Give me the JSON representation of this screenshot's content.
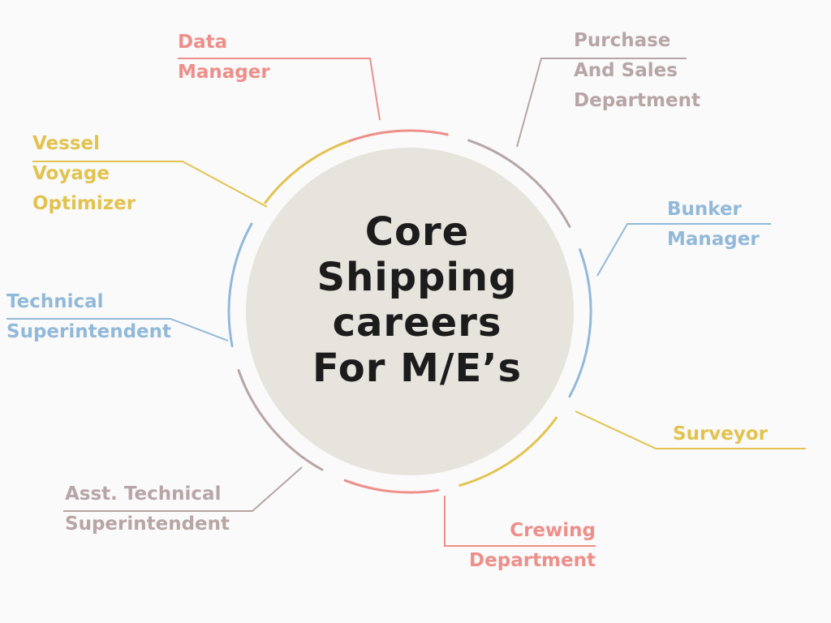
{
  "center": {
    "title": "Core\nShipping\ncareers\nFor M/E’s",
    "circle_color": "#e7e4dd"
  },
  "colors": {
    "pink": "#ed8f8a",
    "mauve": "#b8a5a5",
    "blue": "#92b9d9",
    "yellow": "#e2c350",
    "text_dark": "#1c1c1c",
    "background": "#fafafa"
  },
  "nodes": [
    {
      "id": "data-manager",
      "label": "Data\nManager",
      "color": "#ed8f8a"
    },
    {
      "id": "purchase-sales",
      "label": "Purchase\nAnd Sales\nDepartment",
      "color": "#b8a5a5"
    },
    {
      "id": "bunker-manager",
      "label": "Bunker\nManager",
      "color": "#92b9d9"
    },
    {
      "id": "surveyor",
      "label": "Surveyor",
      "color": "#e2c350"
    },
    {
      "id": "crewing",
      "label": "Crewing\nDepartment",
      "color": "#ed8f8a"
    },
    {
      "id": "asst-tech-super",
      "label": "Asst. Technical\nSuperintendent",
      "color": "#b8a5a5"
    },
    {
      "id": "tech-super",
      "label": "Technical\nSuperintendent",
      "color": "#92b9d9"
    },
    {
      "id": "voyage-optimizer",
      "label": "Vessel\nVoyage\nOptimizer",
      "color": "#e2c350"
    }
  ]
}
